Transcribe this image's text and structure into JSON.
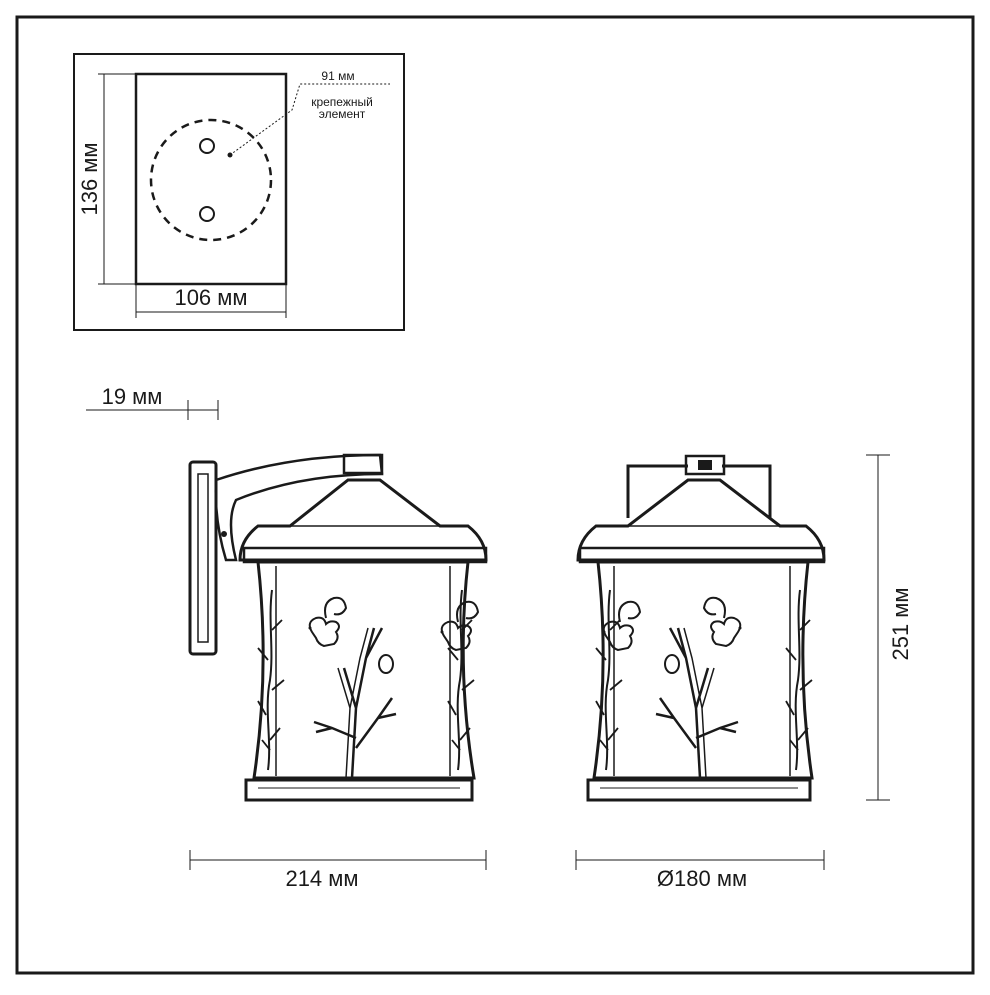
{
  "mounting_plate": {
    "height_label": "136 мм",
    "width_label": "106 мм",
    "circle_label": "91 мм",
    "fastener_label_line1": "крепежный",
    "fastener_label_line2": "элемент"
  },
  "side_view": {
    "offset_label": "19 мм",
    "width_label": "214 мм"
  },
  "front_view": {
    "diameter_label": "Ø180 мм",
    "height_label": "251 мм"
  },
  "colors": {
    "line": "#1a1a1a",
    "fill_dark": "#3a3a3a",
    "background": "#ffffff"
  }
}
